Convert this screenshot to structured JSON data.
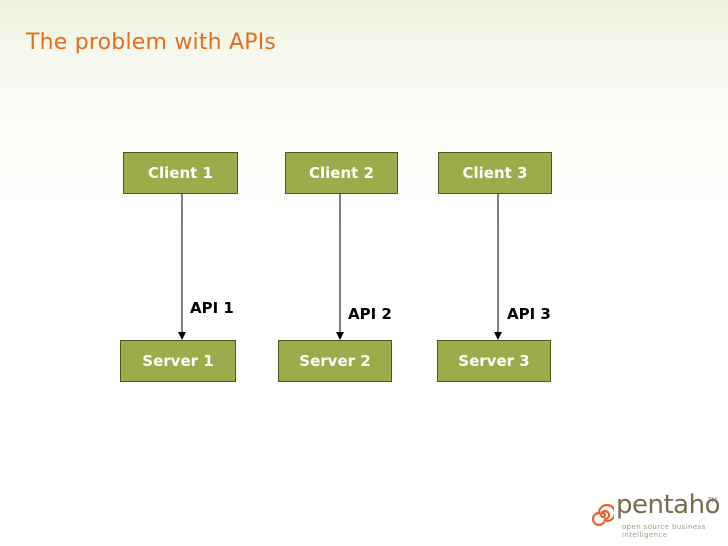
{
  "title": "The problem with APIs",
  "clients": [
    "Client 1",
    "Client 2",
    "Client 3"
  ],
  "servers": [
    "Server 1",
    "Server 2",
    "Server 3"
  ],
  "apis": [
    "API 1",
    "API 2",
    "API 3"
  ],
  "logo": {
    "name": "pentaho",
    "tm": "TM",
    "tagline": "open source business intelligence"
  },
  "colors": {
    "title": "#e36d1f",
    "box_fill": "#9aad4a",
    "box_border": "#49591c",
    "logo_mark": "#e2662a",
    "logo_text": "#7a6b49"
  }
}
